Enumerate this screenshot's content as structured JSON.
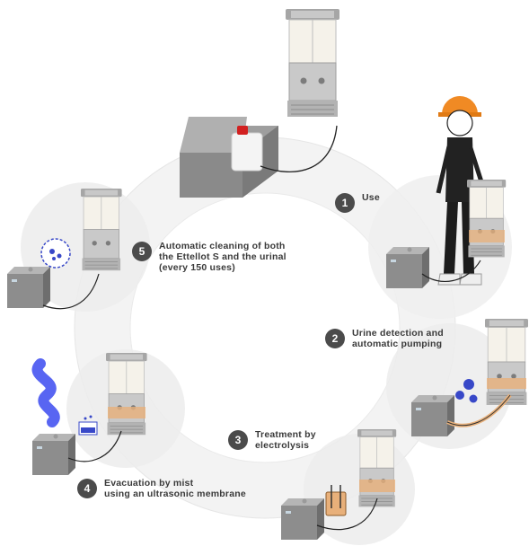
{
  "steps": [
    {
      "number": "1",
      "lines": [
        "Use"
      ]
    },
    {
      "number": "2",
      "lines": [
        "Urine detection and",
        "automatic pumping"
      ]
    },
    {
      "number": "3",
      "lines": [
        "Treatment by",
        "electrolysis"
      ]
    },
    {
      "number": "4",
      "lines": [
        "Evacuation by mist",
        "using an ultrasonic membrane"
      ]
    },
    {
      "number": "5",
      "lines": [
        "Automatic cleaning of both",
        "the Ettellot S and the urinal",
        "(every 150 uses)"
      ]
    }
  ],
  "colors": {
    "ring": "#eeeeee",
    "badge": "#4b4b4b",
    "accent_blue": "#5865f2",
    "accent_orange": "#e8b07a",
    "panel_white": "#f5f2ea",
    "box_grey": "#8d8d8d",
    "helmet_orange": "#f08a24",
    "red_cap": "#d22020"
  },
  "icons": [
    "ettellot-wall-unit",
    "water-tank-box",
    "worker-with-helmet",
    "urinal-icon",
    "bacteria-icon",
    "electrolysis-icon",
    "mist-cloud-icon",
    "ultrasonic-bath-icon",
    "cleaning-timer-icon"
  ]
}
